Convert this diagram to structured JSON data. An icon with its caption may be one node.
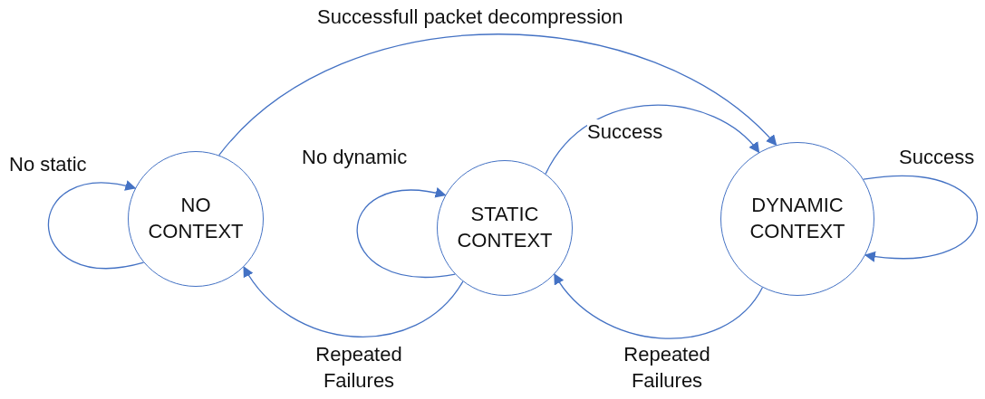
{
  "diagram": {
    "nodes": [
      {
        "text": [
          "NO CONTEXT"
        ]
      },
      {
        "text": [
          "STATIC CONTEXT"
        ]
      },
      {
        "text": [
          "DYNAMIC CONTEXT"
        ]
      }
    ],
    "edges": [
      {
        "from": 0,
        "to": 0,
        "arrow": "to",
        "label": "No static"
      },
      {
        "from": 0,
        "to": 2,
        "arrow": "to",
        "label": "Successfull packet decompression"
      },
      {
        "from": 1,
        "to": 1,
        "arrow": "to",
        "label": "No dynamic"
      },
      {
        "from": 1,
        "to": 2,
        "arrow": "to",
        "label": "Success"
      },
      {
        "from": 2,
        "to": 2,
        "arrow": "to",
        "label": "Success"
      },
      {
        "from": 1,
        "to": 0,
        "arrow": "to",
        "label": "Repeated Failures"
      },
      {
        "from": 2,
        "to": 1,
        "arrow": "to",
        "label": "Repeated Failures"
      }
    ]
  }
}
